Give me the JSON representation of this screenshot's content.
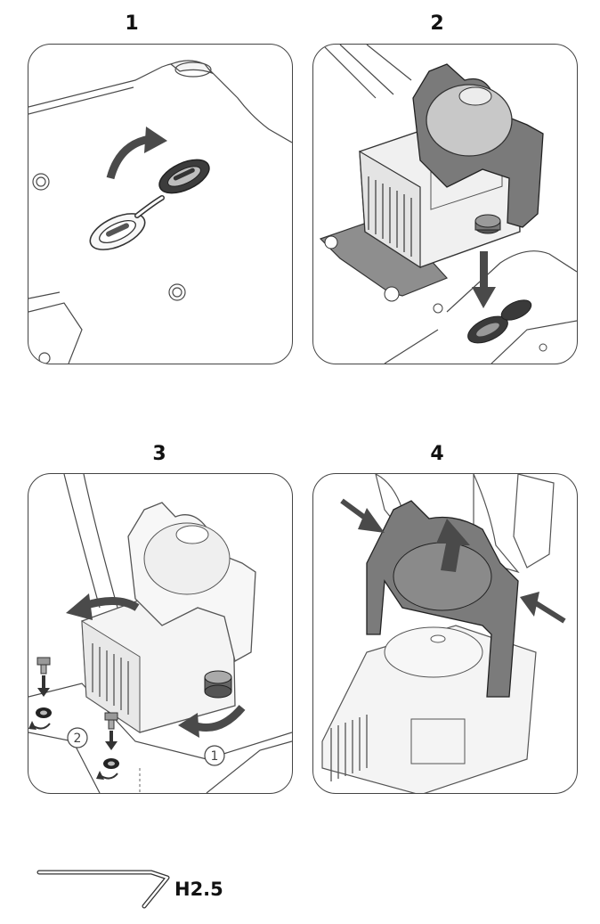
{
  "steps": [
    {
      "number": "1"
    },
    {
      "number": "2"
    },
    {
      "number": "3",
      "markers": [
        "①",
        "②"
      ]
    },
    {
      "number": "4"
    }
  ],
  "tool": {
    "label": "H2.5",
    "icon": "hex-key-icon"
  },
  "colors": {
    "line": "#3a3a3a",
    "fill_dark": "#6f6f6f",
    "fill_mid": "#c9c9c9",
    "fill_light": "#f2f2f2",
    "arrow": "#4a4a4a"
  }
}
